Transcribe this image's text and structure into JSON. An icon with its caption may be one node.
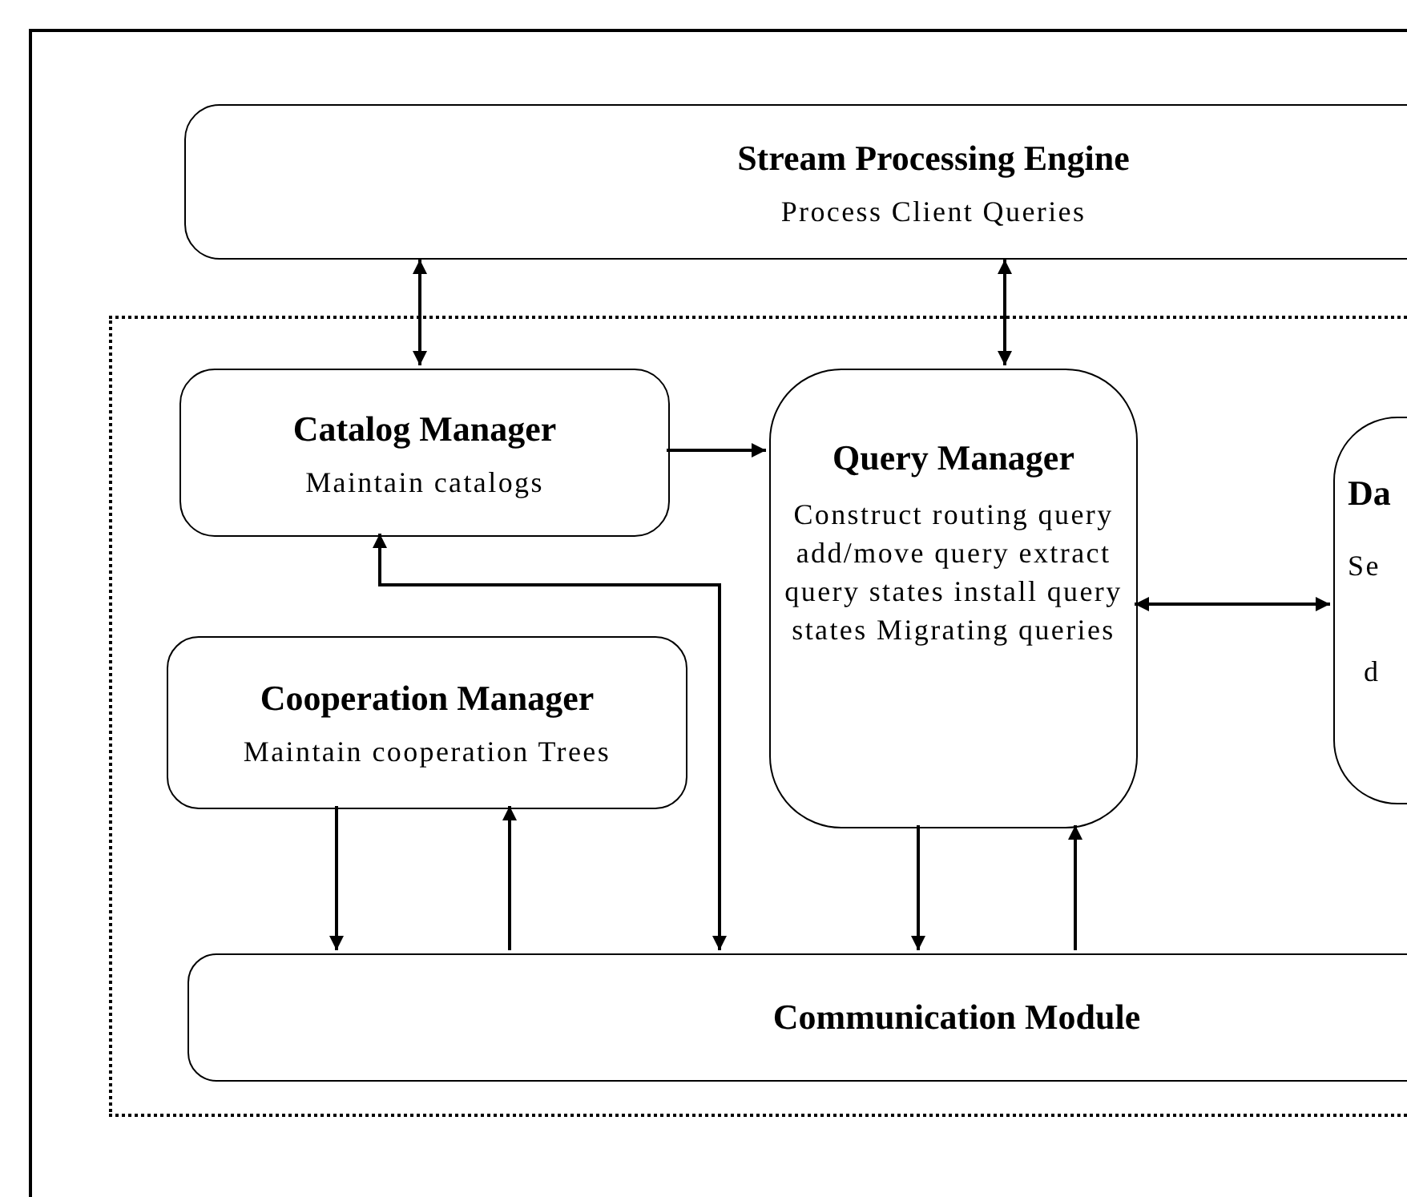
{
  "diagram": {
    "nodes": [
      {
        "text": [
          "Stream Processing Engine",
          "Process Client Queries"
        ]
      },
      {
        "text": [],
        "shape": "box"
      },
      {
        "text": [
          "Catalog Manager",
          "Maintain catalogs"
        ],
        "in": 1
      },
      {
        "text": [
          "Query Manager",
          "Construct routing query add/move query extract query states install query states Migrating queries"
        ],
        "in": 1
      },
      {
        "text": [
          "Da",
          "Se",
          "d"
        ],
        "in": 1
      },
      {
        "text": [
          "Cooperation Manager",
          "Maintain cooperation Trees"
        ],
        "in": 1
      },
      {
        "text": [
          "Communication Module"
        ],
        "in": 1
      }
    ],
    "edges": [
      {
        "from": 0,
        "to": 2,
        "arrow": "both"
      },
      {
        "from": 0,
        "to": 3,
        "arrow": "both"
      },
      {
        "from": 2,
        "to": 3,
        "arrow": "to"
      },
      {
        "from": 3,
        "to": 4,
        "arrow": "both"
      },
      {
        "from": 5,
        "to": 6,
        "arrow": "to"
      },
      {
        "from": 6,
        "to": 5,
        "arrow": "to"
      },
      {
        "from": 6,
        "to": 2,
        "arrow": "both"
      },
      {
        "from": 3,
        "to": 6,
        "arrow": "to"
      },
      {
        "from": 6,
        "to": 3,
        "arrow": "to"
      }
    ]
  }
}
